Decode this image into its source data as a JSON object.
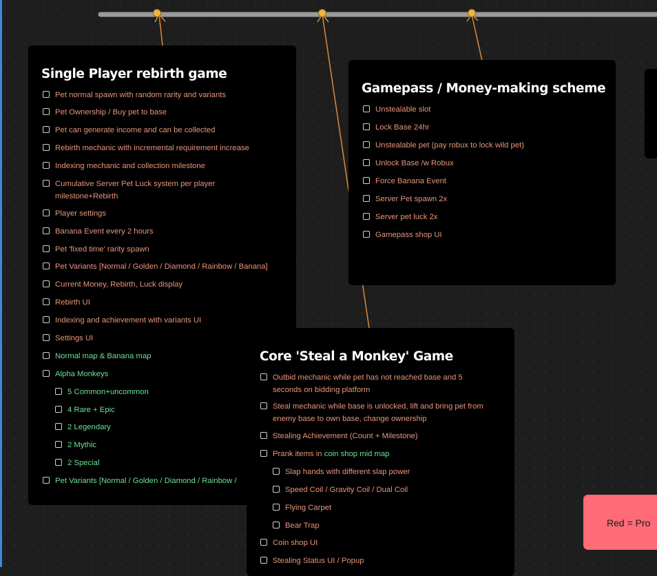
{
  "colors": {
    "canvas": "#1e1e1e",
    "card": "#000000",
    "todo_text": "#e8957b",
    "done_text": "#6ee098",
    "connector": "#e0893a",
    "top_bar": "#9a9a9a",
    "legend_bg": "#ff6b76",
    "left_edge": "#3d8bd4"
  },
  "card_single_player": {
    "title": "Single Player rebirth game",
    "items": [
      {
        "text": "Pet normal spawn with random rarity and variants",
        "status": "todo"
      },
      {
        "text": "Pet Ownership / Buy pet to base",
        "status": "todo"
      },
      {
        "text": "Pet can generate income and can be collected",
        "status": "todo"
      },
      {
        "text": "Rebirth mechanic with incremental requirement increase",
        "status": "todo"
      },
      {
        "text": "Indexing mechanic and collection milestone",
        "status": "todo"
      },
      {
        "text": "Cumulative Server Pet Luck system per player milestone+Rebirth",
        "status": "todo"
      },
      {
        "text": "Player settings",
        "status": "todo"
      },
      {
        "text": "Banana Event every 2 hours",
        "status": "todo"
      },
      {
        "text": "Pet 'fixed time' rarity spawn",
        "status": "todo"
      },
      {
        "text": "Pet Variants [Normal / Golden / Diamond / Rainbow / Banana]",
        "status": "todo"
      },
      {
        "text": "Current Money, Rebirth, Luck display",
        "status": "todo"
      },
      {
        "text": "Rebirth UI",
        "status": "todo"
      },
      {
        "text": "Indexing and achievement with variants UI",
        "status": "todo"
      },
      {
        "text": "Settings UI",
        "status": "todo"
      },
      {
        "text": "Normal map & Banana map",
        "status": "done"
      },
      {
        "text": "Alpha Monkeys",
        "status": "done"
      },
      {
        "text": "5 Common+uncommon",
        "status": "done",
        "level": 2
      },
      {
        "text": "4 Rare + Epic",
        "status": "done",
        "level": 2
      },
      {
        "text": "2 Legendary",
        "status": "done",
        "level": 2
      },
      {
        "text": "2 Mythic",
        "status": "done",
        "level": 2
      },
      {
        "text": "2 Special",
        "status": "done",
        "level": 2
      },
      {
        "text": "Pet Variants [Normal / Golden / Diamond / Rainbow /",
        "status": "done"
      }
    ]
  },
  "card_gamepass": {
    "title": "Gamepass / Money-making scheme",
    "items": [
      {
        "text": "Unstealable slot",
        "status": "todo"
      },
      {
        "text": "Lock Base 24hr",
        "status": "todo"
      },
      {
        "text": "Unstealable pet (pay robux to lock wild pet)",
        "status": "todo"
      },
      {
        "text": "Unlock Base /w Robux",
        "status": "todo"
      },
      {
        "text": "Force Banana Event",
        "status": "todo"
      },
      {
        "text": "Server Pet spawn 2x",
        "status": "todo"
      },
      {
        "text": "Server pet luck 2x",
        "status": "todo"
      },
      {
        "text": "Gamepass shop UI",
        "status": "todo"
      }
    ]
  },
  "card_core": {
    "title": "Core 'Steal a Monkey' Game",
    "items": [
      {
        "text": "Outbid mechanic while pet has not reached base and 5 seconds on bidding platform",
        "status": "todo"
      },
      {
        "text": "Steal mechanic while base is unlocked, lift and bring pet from enemy base to own base, change ownership",
        "status": "todo"
      },
      {
        "text": "Stealing Achievement (Count + Milestone)",
        "status": "todo"
      },
      {
        "text": "Prank items in ",
        "status": "todo",
        "suffix": "coin shop mid map"
      },
      {
        "text": "Slap hands with different slap power",
        "status": "todo",
        "level": 2
      },
      {
        "text": "Speed Coil / Gravity Coil / Dual Coil",
        "status": "todo",
        "level": 2
      },
      {
        "text": "Flying Carpet",
        "status": "todo",
        "level": 2
      },
      {
        "text": "Bear Trap",
        "status": "todo",
        "level": 2
      },
      {
        "text": "Coin shop UI",
        "status": "todo"
      },
      {
        "text": "Stealing Status UI / Popup",
        "status": "todo"
      }
    ]
  },
  "legend": {
    "text": "Red = Pro"
  }
}
